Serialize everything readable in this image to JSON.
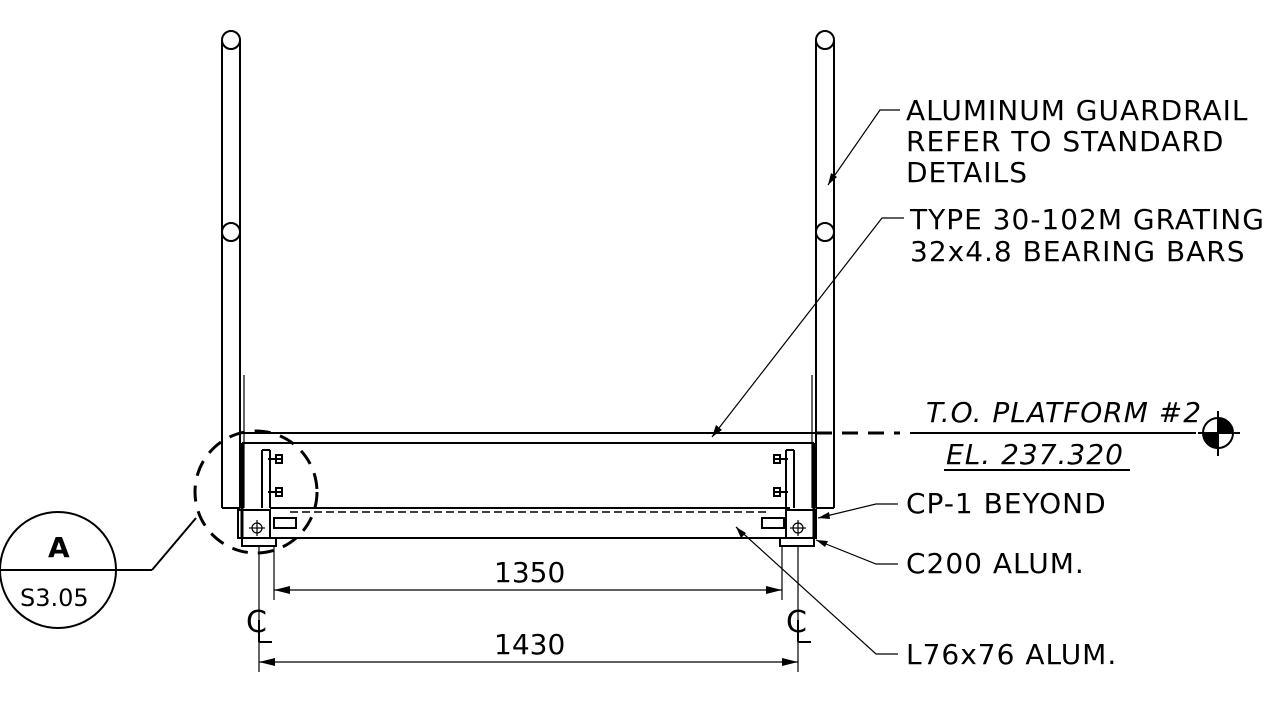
{
  "callouts": {
    "guardrail": [
      "ALUMINUM GUARDRAIL",
      "REFER TO STANDARD",
      "DETAILS"
    ],
    "grating": [
      "TYPE 30-102M GRATING",
      "32x4.8 BEARING BARS"
    ],
    "cp1": "CP-1 BEYOND",
    "channel": "C200 ALUM.",
    "angle": "L76x76 ALUM."
  },
  "elevation": {
    "line1": "T.O. PLATFORM #2",
    "line2": "EL. 237.320"
  },
  "dimensions": {
    "inner": "1350",
    "outer": "1430"
  },
  "centerline_symbol": "CL",
  "detail_tag": {
    "letter": "A",
    "sheet": "S3.05"
  }
}
